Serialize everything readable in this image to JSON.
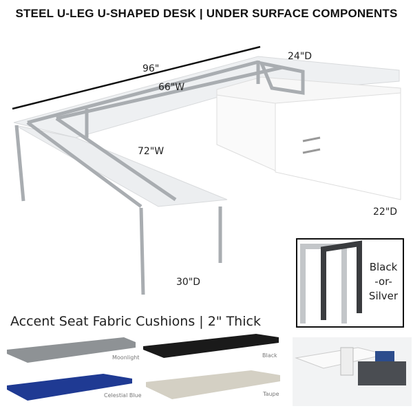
{
  "title": "STEEL U-LEG U-SHAPED DESK | UNDER SURFACE COMPONENTS",
  "dimensions": {
    "overall_width": "96\"",
    "return_depth": "24\"D",
    "bridge_width": "66\"W",
    "desk_width": "72\"W",
    "credenza_depth": "22\"D",
    "desk_depth": "30\"D"
  },
  "leg_finish": {
    "line1": "Black",
    "line2": "-or-",
    "line3": "Silver"
  },
  "cushions": {
    "heading": "Accent Seat Fabric Cushions | 2\" Thick",
    "items": [
      {
        "label": "Moonlight",
        "color": "#8e9295"
      },
      {
        "label": "Black",
        "color": "#1a1a1a"
      },
      {
        "label": "Celestial Blue",
        "color": "#1f3a93"
      },
      {
        "label": "Taupe",
        "color": "#d4d0c4"
      }
    ]
  }
}
